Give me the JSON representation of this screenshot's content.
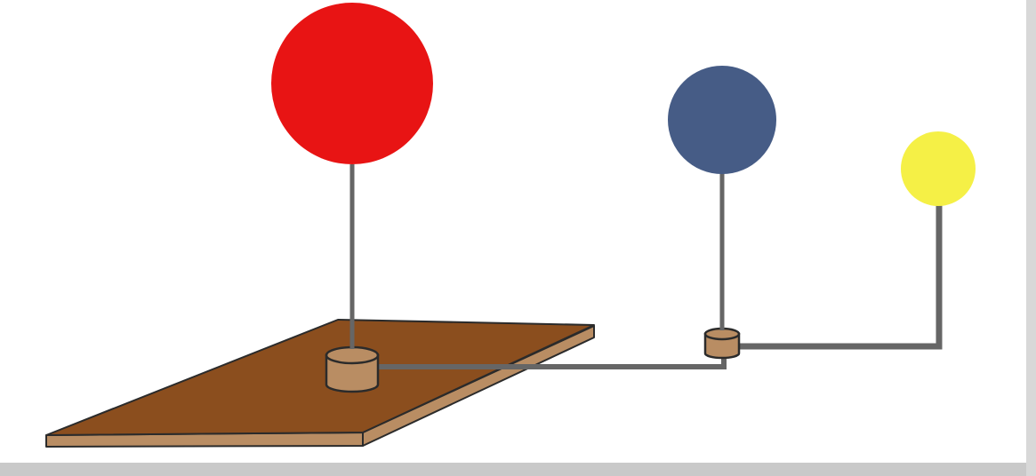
{
  "diagram": {
    "subject": "sun-earth-moon-model",
    "colors": {
      "background": "#ffffff",
      "board_top": "#8b4e1e",
      "board_edge": "#b98d63",
      "base_fill": "#b98d63",
      "rod": "#666666",
      "outline": "#2b2b2b",
      "sun": "#e81414",
      "earth": "#465c86",
      "moon": "#f5f046",
      "bottom_band": "#c9c9c9",
      "right_shadow": "#d8d8d8"
    },
    "parts": {
      "board": "wooden-board",
      "large_sphere": "red-sphere",
      "middle_sphere": "blue-sphere",
      "small_sphere": "yellow-sphere",
      "pivot_large": "large-base-cylinder",
      "pivot_small": "small-base-cylinder"
    }
  }
}
